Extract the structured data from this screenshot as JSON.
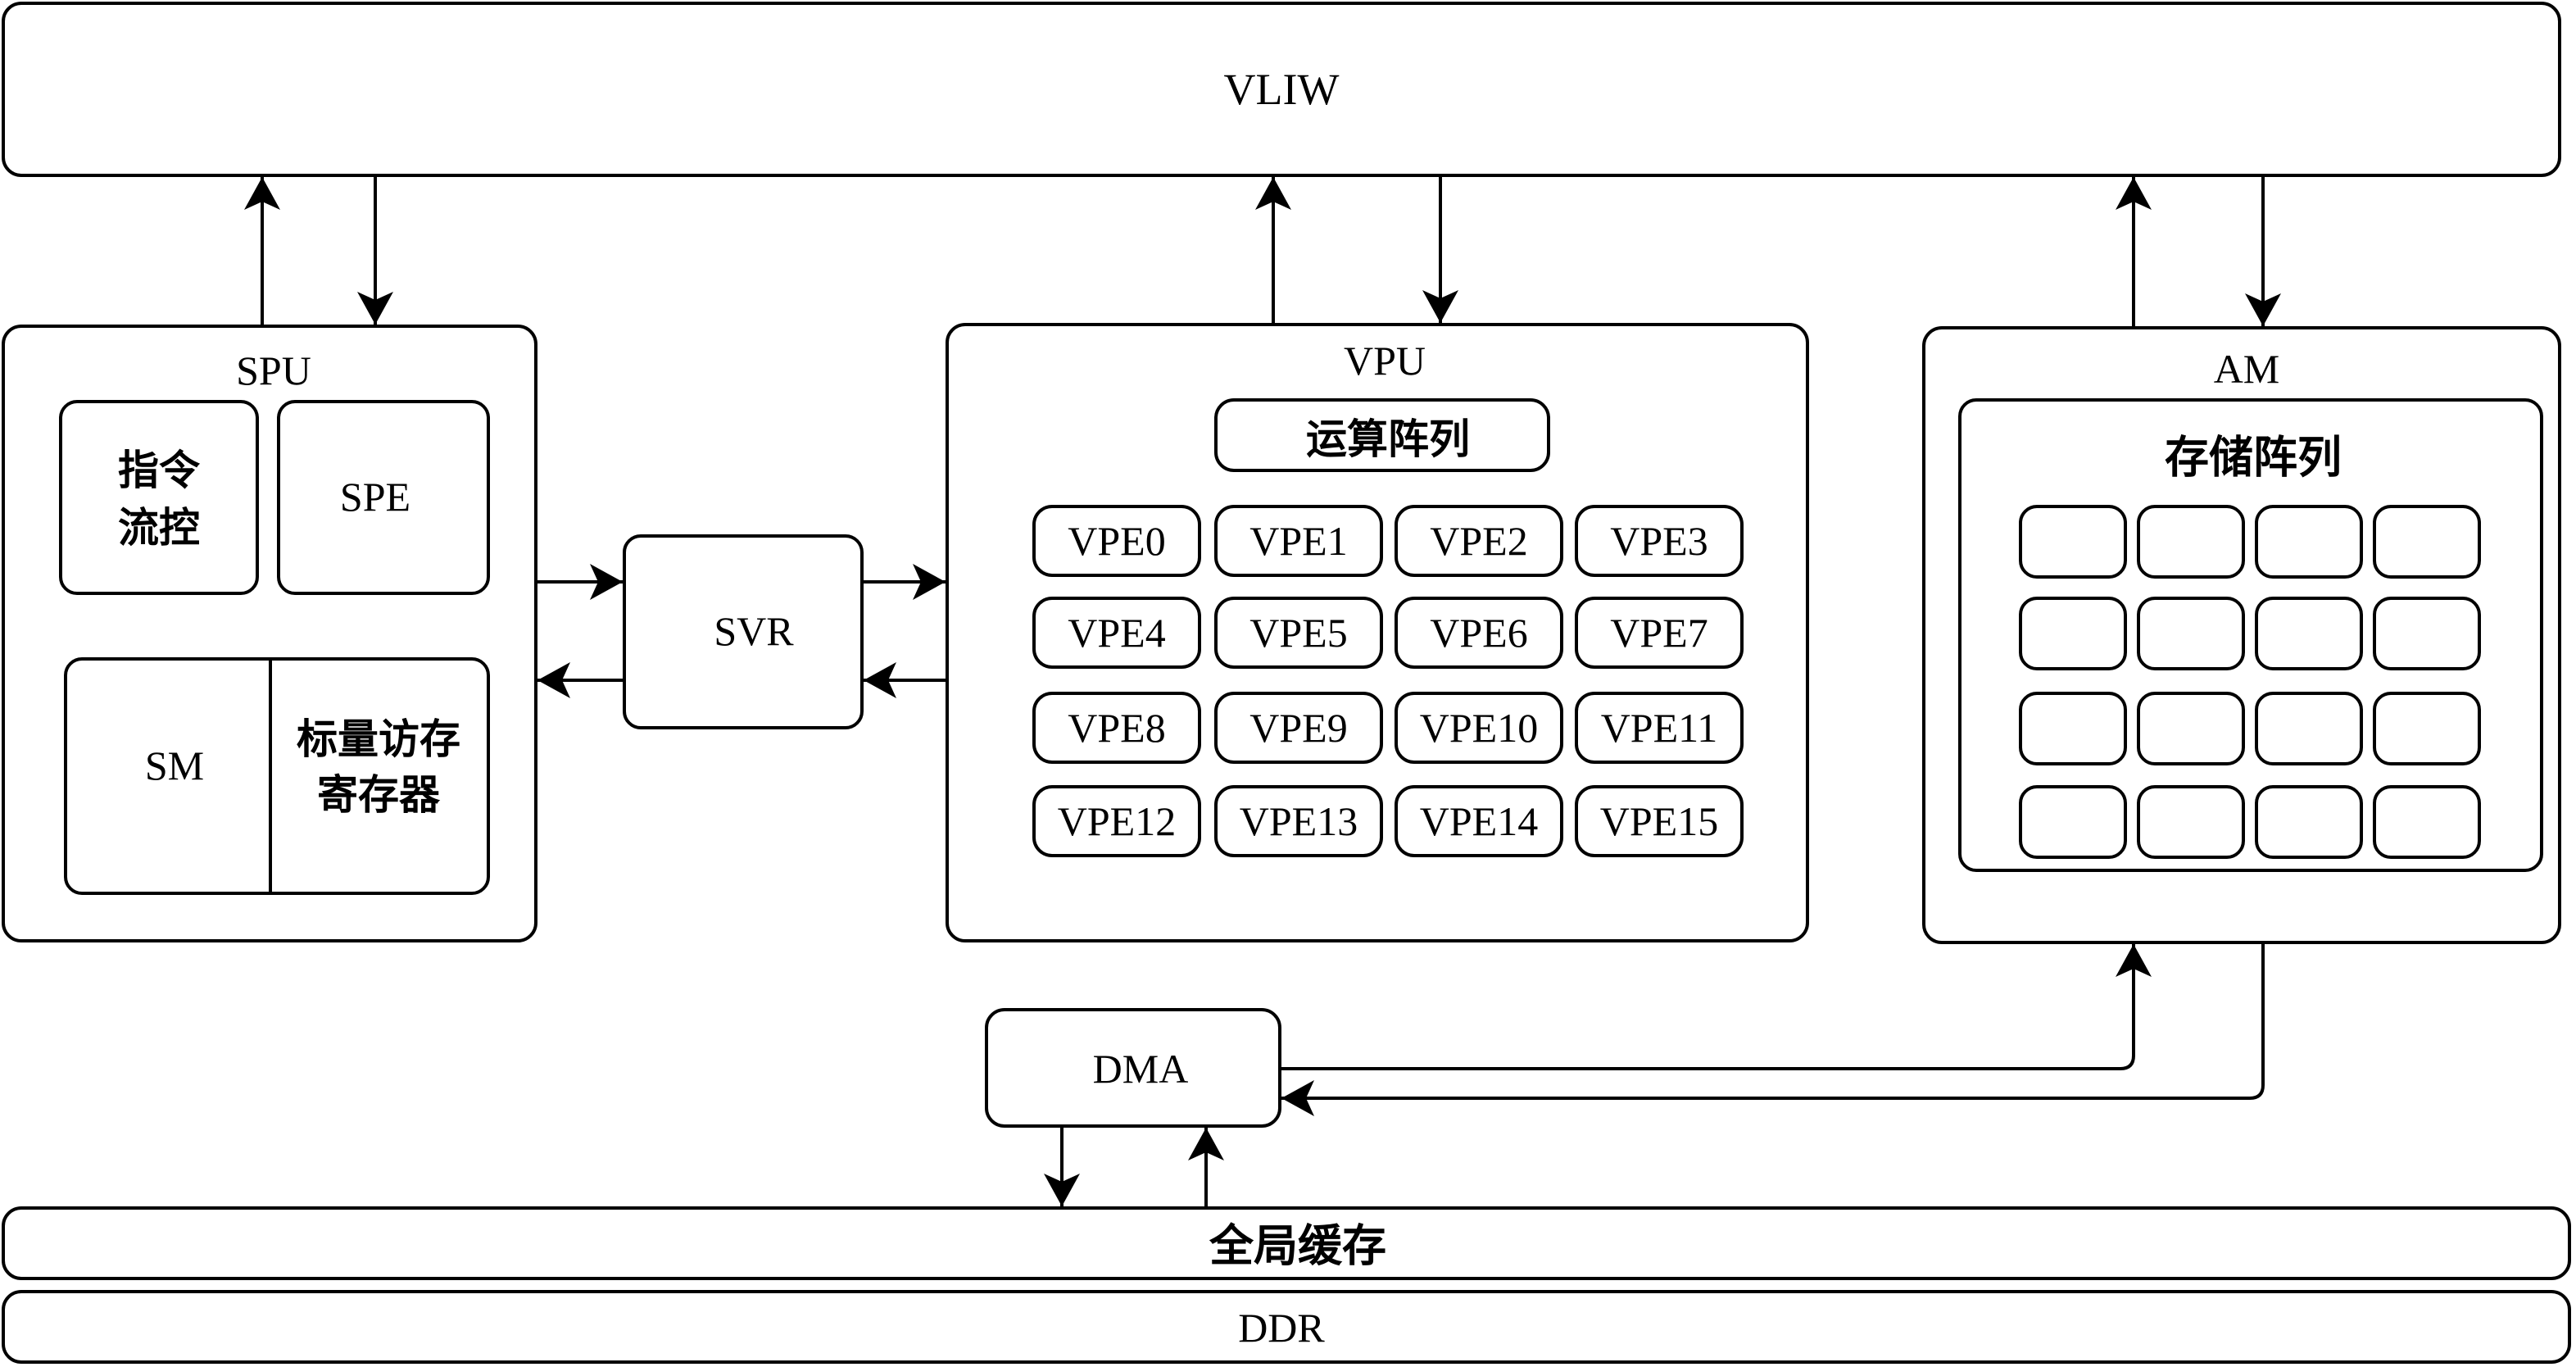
{
  "vliw": {
    "label": "VLIW"
  },
  "spu": {
    "label": "SPU",
    "instr_ctrl": [
      "指令",
      "流控"
    ],
    "spe": "SPE",
    "sm": "SM",
    "scalar_reg": [
      "标量访存",
      "寄存器"
    ]
  },
  "svr": {
    "label": "SVR"
  },
  "vpu": {
    "label": "VPU",
    "array_title": "运算阵列",
    "pes": [
      "VPE0",
      "VPE1",
      "VPE2",
      "VPE3",
      "VPE4",
      "VPE5",
      "VPE6",
      "VPE7",
      "VPE8",
      "VPE9",
      "VPE10",
      "VPE11",
      "VPE12",
      "VPE13",
      "VPE14",
      "VPE15"
    ]
  },
  "am": {
    "label": "AM",
    "array_title": "存储阵列",
    "rows": 4,
    "cols": 4
  },
  "dma": {
    "label": "DMA"
  },
  "global_cache": {
    "label": "全局缓存"
  },
  "ddr": {
    "label": "DDR"
  }
}
